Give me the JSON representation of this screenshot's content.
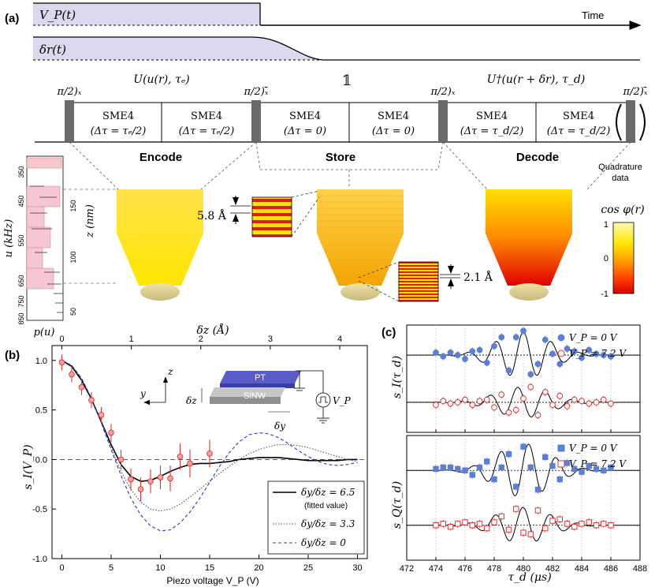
{
  "panel_labels": {
    "a": "(a)",
    "b": "(b)",
    "c": "(c)"
  },
  "timeline": {
    "vp_label": "V_P(t)",
    "dr_label": "δr(t)",
    "time_label": "Time",
    "pulses": [
      "π/2)ₓ",
      "π/2)ₓ̄",
      "π/2)ₓ",
      "π/2)ₓ̄"
    ],
    "ops": [
      "U(u(r), τₑ)",
      "𝟙",
      "U†(u(r + δr), τ_d)"
    ],
    "blocks": [
      {
        "top": "SME4",
        "bottom": "(Δτ = τₑ/2)"
      },
      {
        "top": "SME4",
        "bottom": "(Δτ = τₑ/2)"
      },
      {
        "top": "SME4",
        "bottom": "(Δτ = 0)"
      },
      {
        "top": "SME4",
        "bottom": "(Δτ = 0)"
      },
      {
        "top": "SME4",
        "bottom": "(Δτ = τ_d/2)"
      },
      {
        "top": "SME4",
        "bottom": "(Δτ = τ_d/2)"
      }
    ],
    "stage_labels": [
      "Encode",
      "Store",
      "Decode"
    ],
    "quadrature_label": "Quadrature data"
  },
  "nanowire": {
    "histogram": {
      "u_label": "u (kHz)",
      "pu_label": "p(u)",
      "u_ticks": [
        "350",
        "450",
        "550",
        "650",
        "750",
        "850"
      ],
      "z_label": "z (nm)",
      "z_ticks": [
        "150",
        "100",
        "50"
      ]
    },
    "fringe1": "5.8 Å",
    "fringe2": "2.1 Å",
    "colorbar": {
      "title": "cos φ(r)",
      "ticks": [
        "1",
        "0",
        "-1"
      ],
      "stops": [
        "#fffbb0",
        "#ffe600",
        "#ff9a00",
        "#ff3c00",
        "#d40000"
      ]
    }
  },
  "chart_data": [
    {
      "type": "line",
      "panel": "b",
      "xlabel": "Piezo voltage V_P (V)",
      "ylabel": "s_I(V_P)",
      "top_xlabel": "δz (Å)",
      "xlim": [
        -1,
        31
      ],
      "ylim": [
        -1.0,
        1.15
      ],
      "x_ticks": [
        0,
        5,
        10,
        15,
        20,
        25,
        30
      ],
      "y_ticks": [
        1.0,
        0.5,
        0.0,
        -0.5,
        -1.0
      ],
      "top_ticks": [
        0,
        1,
        2,
        3,
        4
      ],
      "data_points": {
        "x": [
          0,
          1,
          2,
          3,
          4,
          5,
          6,
          7,
          8,
          9,
          10,
          11,
          12,
          13,
          15
        ],
        "y": [
          0.98,
          0.86,
          0.73,
          0.6,
          0.45,
          0.27,
          0.0,
          -0.2,
          -0.3,
          -0.22,
          -0.18,
          -0.19,
          0.03,
          -0.04,
          0.06
        ],
        "err": [
          0.08,
          0.08,
          0.08,
          0.08,
          0.08,
          0.09,
          0.1,
          0.11,
          0.12,
          0.12,
          0.12,
          0.13,
          0.13,
          0.14,
          0.14
        ]
      },
      "series": [
        {
          "name": "δy/δz = 6.5",
          "note": "(fitted value)",
          "style": "solid",
          "color": "#000000",
          "x": [
            0,
            1,
            2,
            3,
            4,
            5,
            6,
            7,
            8,
            9,
            10,
            11,
            12,
            13,
            14,
            15,
            16,
            17,
            18,
            19,
            20,
            21,
            22,
            23,
            24,
            25,
            26,
            27,
            28,
            29,
            30
          ],
          "y": [
            1.0,
            0.94,
            0.8,
            0.61,
            0.38,
            0.15,
            -0.05,
            -0.17,
            -0.22,
            -0.21,
            -0.17,
            -0.12,
            -0.08,
            -0.05,
            -0.04,
            -0.04,
            -0.03,
            -0.02,
            0.0,
            0.01,
            0.02,
            0.02,
            0.02,
            0.01,
            0.0,
            -0.01,
            -0.01,
            -0.01,
            -0.01,
            0.0,
            0.0
          ]
        },
        {
          "name": "δy/δz = 3.3",
          "style": "dotted",
          "color": "#555555",
          "x": [
            0,
            1,
            2,
            3,
            4,
            5,
            6,
            7,
            8,
            9,
            10,
            11,
            12,
            13,
            14,
            15,
            16,
            17,
            18,
            19,
            20,
            21,
            22,
            23,
            24,
            25,
            26,
            27,
            28,
            29,
            30
          ],
          "y": [
            1.0,
            0.95,
            0.82,
            0.62,
            0.38,
            0.12,
            -0.12,
            -0.3,
            -0.43,
            -0.5,
            -0.52,
            -0.5,
            -0.45,
            -0.38,
            -0.3,
            -0.22,
            -0.14,
            -0.07,
            0.0,
            0.06,
            0.1,
            0.13,
            0.15,
            0.15,
            0.14,
            0.12,
            0.09,
            0.06,
            0.03,
            0.0,
            -0.02
          ]
        },
        {
          "name": "δy/δz = 0",
          "style": "dashed",
          "color": "#3333cc",
          "x": [
            0,
            1,
            2,
            3,
            4,
            5,
            6,
            7,
            8,
            9,
            10,
            11,
            12,
            13,
            14,
            15,
            16,
            17,
            18,
            19,
            20,
            21,
            22,
            23,
            24,
            25,
            26,
            27,
            28,
            29,
            30
          ],
          "y": [
            1.0,
            0.95,
            0.82,
            0.62,
            0.37,
            0.1,
            -0.16,
            -0.39,
            -0.56,
            -0.67,
            -0.72,
            -0.71,
            -0.64,
            -0.53,
            -0.39,
            -0.23,
            -0.07,
            0.07,
            0.18,
            0.25,
            0.27,
            0.26,
            0.22,
            0.16,
            0.09,
            0.03,
            -0.02,
            -0.05,
            -0.06,
            -0.05,
            -0.03
          ]
        }
      ],
      "inset": {
        "pt": "PT",
        "sinw": "SiNW",
        "z": "z",
        "y": "y",
        "dz": "δz",
        "dy": "δy",
        "vp": "V_P"
      }
    },
    {
      "type": "scatter",
      "panel": "c",
      "xlabel": "τ_d (μs)",
      "xlim": [
        472,
        488
      ],
      "x_ticks": [
        472,
        474,
        476,
        478,
        480,
        482,
        484,
        486,
        488
      ],
      "vlines": [
        474,
        476,
        478,
        480,
        482,
        484,
        486
      ],
      "subplots": [
        {
          "ylabel": "s_I(τ_d)",
          "series": [
            {
              "name": "V_P = 0 V",
              "marker": "circle",
              "color": "#5b7fd6",
              "offset": 0.5,
              "x": [
                474.0,
                474.5,
                475.0,
                475.5,
                476.0,
                476.5,
                477.0,
                477.5,
                478.0,
                478.5,
                479.0,
                479.5,
                480.0,
                480.5,
                481.0,
                481.5,
                482.0,
                482.5,
                483.0,
                483.5,
                484.0,
                484.5,
                485.0,
                485.5,
                486.0
              ],
              "y": [
                0.1,
                -0.05,
                0.1,
                0.0,
                -0.15,
                0.15,
                0.2,
                -0.3,
                0.35,
                0.7,
                -0.6,
                0.7,
                0.95,
                -0.75,
                -0.35,
                0.6,
                0.05,
                -0.35,
                0.25,
                0.15,
                -0.1,
                0.2,
                0.05,
                0.0,
                -0.05
              ]
            },
            {
              "name": "V_P = 7.2 V",
              "marker": "circle-open",
              "color": "#e03535",
              "offset": -0.5,
              "x": [
                474.0,
                474.5,
                475.0,
                475.5,
                476.0,
                476.5,
                477.0,
                477.5,
                478.0,
                478.5,
                479.0,
                479.5,
                480.0,
                480.5,
                481.0,
                481.5,
                482.0,
                482.5,
                483.0,
                483.5,
                484.0,
                484.5,
                485.0,
                485.5,
                486.0
              ],
              "y": [
                -0.1,
                0.05,
                -0.05,
                0.0,
                0.1,
                -0.1,
                0.05,
                0.1,
                -0.2,
                0.3,
                -0.4,
                -0.3,
                0.15,
                0.6,
                -0.5,
                0.4,
                -0.1,
                0.25,
                -0.15,
                0.1,
                0.05,
                -0.05,
                0.0,
                0.1,
                -0.05
              ]
            }
          ]
        },
        {
          "ylabel": "s_Q(τ_d)",
          "series": [
            {
              "name": "V_P = 0 V",
              "marker": "square",
              "color": "#5b7fd6",
              "offset": 0.5,
              "x": [
                474.0,
                474.5,
                475.0,
                475.5,
                476.0,
                476.5,
                477.0,
                477.5,
                478.0,
                478.5,
                479.0,
                479.5,
                480.0,
                480.5,
                481.0,
                481.5,
                482.0,
                482.5,
                483.0,
                483.5,
                484.0,
                484.5,
                485.0,
                485.5,
                486.0
              ],
              "y": [
                0.05,
                0.1,
                0.1,
                0.05,
                0.0,
                -0.15,
                0.1,
                0.3,
                -0.3,
                0.1,
                0.55,
                -0.55,
                0.8,
                0.1,
                -0.65,
                0.45,
                0.15,
                -0.3,
                0.25,
                0.05,
                -0.05,
                0.15,
                0.05,
                0.0,
                0.1
              ]
            },
            {
              "name": "V_P = 7.2 V",
              "marker": "square-open",
              "color": "#e03535",
              "offset": -0.5,
              "x": [
                474.0,
                474.5,
                475.0,
                475.5,
                476.0,
                476.5,
                477.0,
                477.5,
                478.0,
                478.5,
                479.0,
                479.5,
                480.0,
                480.5,
                481.0,
                481.5,
                482.0,
                482.5,
                483.0,
                483.5,
                484.0,
                484.5,
                485.0,
                485.5,
                486.0
              ],
              "y": [
                0.0,
                0.05,
                -0.05,
                0.05,
                0.1,
                0.0,
                0.05,
                -0.1,
                0.1,
                0.3,
                -0.15,
                0.55,
                -0.25,
                -0.3,
                0.5,
                -0.1,
                0.15,
                0.2,
                0.05,
                -0.05,
                0.05,
                0.1,
                0.0,
                0.05,
                0.0
              ]
            }
          ]
        }
      ]
    }
  ]
}
